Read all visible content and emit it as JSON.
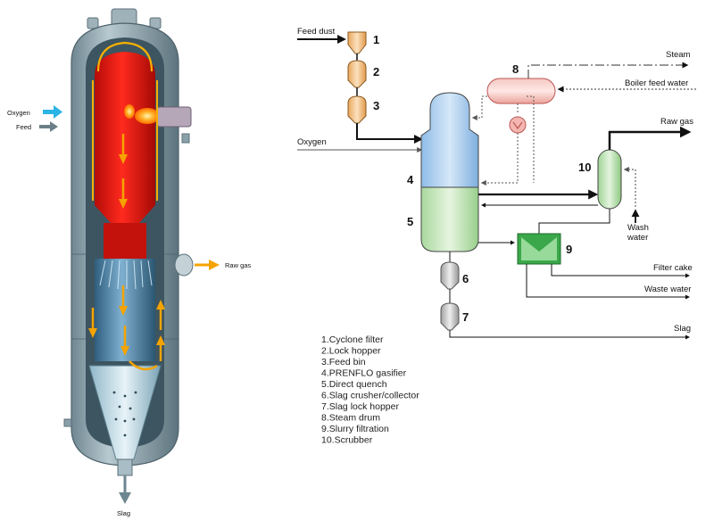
{
  "gasifier_illustration": {
    "oxygen_label": "Oxygen",
    "feed_label": "Feed",
    "raw_gas_label": "Raw gas",
    "slag_label": "Slag"
  },
  "flowsheet": {
    "inputs": {
      "feed_dust": "Feed dust",
      "oxygen": "Oxygen",
      "boiler_feed_water": "Boiler feed water",
      "wash_water_line1": "Wash",
      "wash_water_line2": "water"
    },
    "outputs": {
      "steam": "Steam",
      "raw_gas": "Raw gas",
      "filter_cake": "Filter cake",
      "waste_water": "Waste water",
      "slag": "Slag"
    },
    "unit_numbers": [
      "1",
      "2",
      "3",
      "4",
      "5",
      "6",
      "7",
      "8",
      "9",
      "10"
    ]
  },
  "legend": [
    "1.Cyclone filter",
    "2.Lock hopper",
    "3.Feed bin",
    "4.PRENFLO gasifier",
    "5.Direct quench",
    "6.Slag crusher/collector",
    "7.Slag lock hopper",
    "8.Steam drum",
    "9.Slurry filtration",
    "10.Scrubber"
  ],
  "colors": {
    "hot_zone": "#e8160f",
    "flame": "#ff8a1a",
    "arrow": "#f5a300",
    "vessel_shell": "#8ea3ad",
    "quench_water": "#5e8fb0",
    "gasifier_top": "#a9cdef",
    "quench_bottom": "#c7e7bd",
    "hopper": "#f2c48a",
    "steam_drum": "#f4b6b0",
    "filter": "#5cb85c",
    "slag_hopper": "#c9c9c9",
    "oxygen_arrow": "#2ab4e6"
  }
}
